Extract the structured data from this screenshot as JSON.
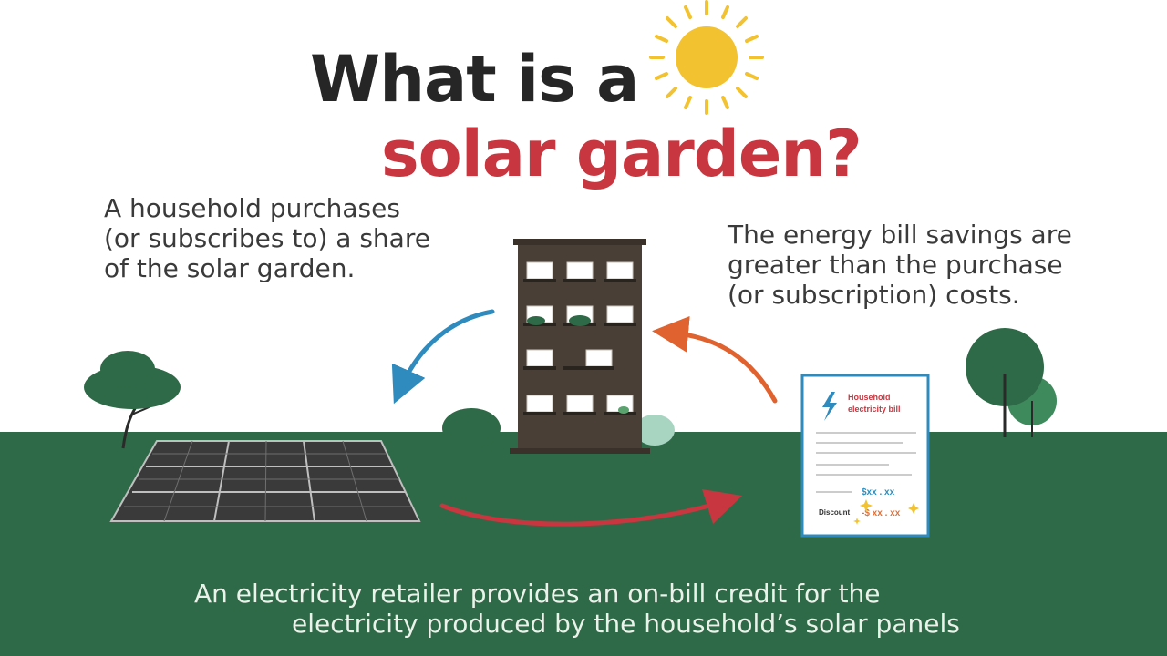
{
  "title": {
    "line1": "What is a",
    "line2": "solar garden?"
  },
  "left_note": [
    "A household purchases",
    "(or subscribes to) a share",
    "of the solar garden."
  ],
  "right_note": [
    "The energy bill savings are",
    "greater than the purchase",
    "(or subscription) costs."
  ],
  "bottom_note": [
    "An electricity retailer provides an on-bill credit for the",
    "electricity produced by the household’s solar panels"
  ],
  "bill": {
    "title_line1": "Household",
    "title_line2": "electricity bill",
    "amount": "$xx . xx",
    "discount_label": "Discount",
    "discount_amount": "-$ xx . xx"
  },
  "icons": {
    "sun": "sun-icon",
    "lightning": "lightning-bolt-icon",
    "arrow_blue": "arrow-icon",
    "arrow_orange": "arrow-icon",
    "arrow_red": "arrow-icon"
  },
  "colors": {
    "ground_green": "#2e6a47",
    "title_dark": "#262626",
    "title_red": "#c8363f",
    "sun_yellow": "#f2c230",
    "arrow_blue": "#2f8bbd",
    "arrow_orange": "#e0622e",
    "arrow_red": "#c8363f",
    "building_brown": "#4a3f36"
  }
}
